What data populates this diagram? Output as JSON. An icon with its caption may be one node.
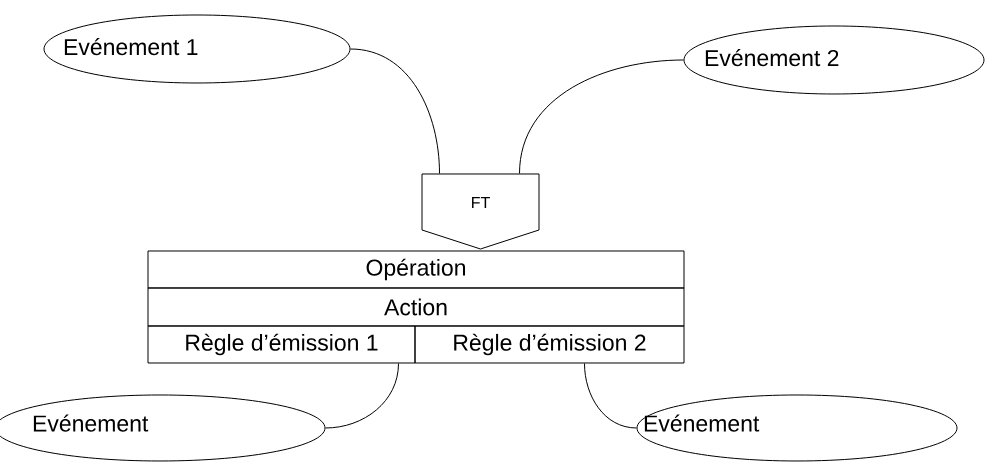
{
  "diagram": {
    "nodes": [
      {
        "text": [
          "Evénement 1"
        ]
      },
      {
        "text": [
          "Evénement 2"
        ]
      },
      {
        "text": [
          "FT"
        ]
      },
      {
        "text": [
          "Opération"
        ]
      },
      {
        "text": [
          "Action"
        ]
      },
      {
        "text": [
          "Règle d’émission 1"
        ]
      },
      {
        "text": [
          "Règle d’émission 2"
        ]
      },
      {
        "text": [
          "Evénement"
        ]
      },
      {
        "text": [
          "Evénement"
        ]
      }
    ],
    "edges": [
      {
        "from": 0,
        "to": 2,
        "arrow": "none"
      },
      {
        "from": 1,
        "to": 2,
        "arrow": "none"
      },
      {
        "from": 5,
        "to": 7,
        "arrow": "none"
      },
      {
        "from": 6,
        "to": 8,
        "arrow": "none"
      }
    ]
  }
}
